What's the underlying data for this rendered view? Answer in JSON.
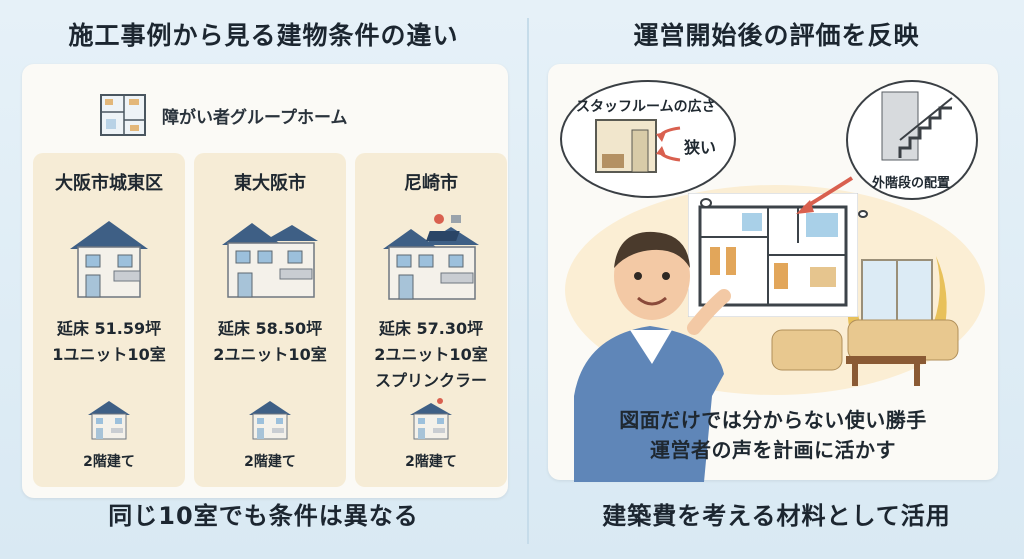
{
  "left_panel": {
    "title": "施工事例から見る建物条件の違い",
    "header_label": "障がい者グループホーム",
    "columns": [
      {
        "city": "大阪市城東区",
        "floor_area": "延床 51.59坪",
        "units": "1ユニット10室",
        "extra": "",
        "floors": "2階建て"
      },
      {
        "city": "東大阪市",
        "floor_area": "延床 58.50坪",
        "units": "2ユニット10室",
        "extra": "",
        "floors": "2階建て"
      },
      {
        "city": "尼崎市",
        "floor_area": "延床 57.30坪",
        "units": "2ユニット10室",
        "extra": "スプリンクラー",
        "floors": "2階建て"
      }
    ],
    "footer": "同じ10室でも条件は異なる"
  },
  "right_panel": {
    "title": "運営開始後の評価を反映",
    "bubble_staff_room": "スタッフルームの広さ",
    "bubble_narrow": "狭い",
    "bubble_stairs": "外階段の配置",
    "caption_line1": "図面だけでは分からない使い勝手",
    "caption_line2": "運営者の声を計画に活かす",
    "footer": "建築費を考える材料として活用"
  },
  "colors": {
    "background": "#e2eef6",
    "card": "#fbfaf6",
    "column": "#f6ecd6",
    "roof_blue": "#3e5f85",
    "arrow": "#d9604f",
    "shirt": "#5f86b8"
  }
}
